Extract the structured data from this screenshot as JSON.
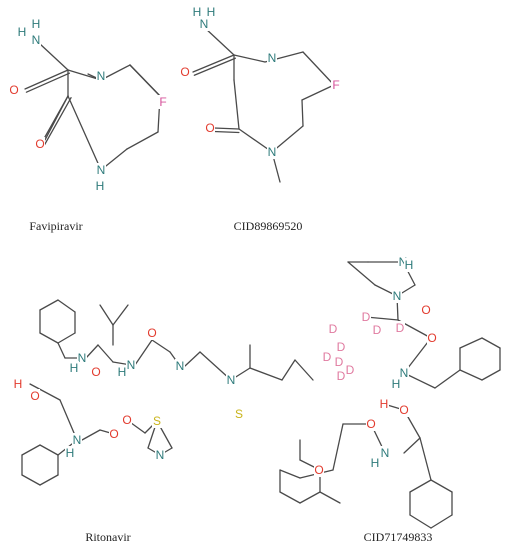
{
  "colors": {
    "bond": "#4a4a4a",
    "carbon_text": "#4a4a4a",
    "nitrogen": "#2e7b7b",
    "oxygen": "#e23b2e",
    "fluorine": "#d6529a",
    "sulfur": "#c9b41a",
    "deuterium": "#e07aa0",
    "wedge_blue": "#2a2a9a",
    "wedge_red": "#d9402a"
  },
  "figure": {
    "captions": {
      "favipiravir": "Favipiravir",
      "cid89869520": "CID89869520",
      "ritonavir": "Ritonavir",
      "cid71749833": "CID71749833"
    }
  },
  "molecules": [
    {
      "id": "favipiravir",
      "atoms": [
        {
          "id": "N_amide",
          "el": "N",
          "label": "N"
        },
        {
          "id": "H_a1",
          "el": "N",
          "label": "H"
        },
        {
          "id": "H_a2",
          "el": "N",
          "label": "H"
        },
        {
          "id": "O_amide",
          "el": "O",
          "label": "O"
        },
        {
          "id": "N4",
          "el": "N",
          "label": "N"
        },
        {
          "id": "F",
          "el": "F",
          "label": "F"
        },
        {
          "id": "O_ring",
          "el": "O",
          "label": "O"
        },
        {
          "id": "N1",
          "el": "N",
          "label": "N"
        },
        {
          "id": "H_n1",
          "el": "N",
          "label": "H"
        }
      ]
    },
    {
      "id": "cid89869520",
      "atoms": [
        {
          "id": "H_b1",
          "el": "N",
          "label": "H"
        },
        {
          "id": "H_b2",
          "el": "N",
          "label": "H"
        },
        {
          "id": "N_amide",
          "el": "N",
          "label": "N"
        },
        {
          "id": "O_amide",
          "el": "O",
          "label": "O"
        },
        {
          "id": "N4",
          "el": "N",
          "label": "N"
        },
        {
          "id": "F",
          "el": "F",
          "label": "F"
        },
        {
          "id": "O_ring",
          "el": "O",
          "label": "O"
        },
        {
          "id": "N1",
          "el": "N",
          "label": "N"
        }
      ]
    },
    {
      "id": "ritonavir",
      "atoms": [
        {
          "id": "N_val",
          "el": "N",
          "label": "N"
        },
        {
          "id": "H_val",
          "el": "N",
          "label": "H"
        },
        {
          "id": "O_val",
          "el": "O",
          "label": "O"
        },
        {
          "id": "N_urea1",
          "el": "N",
          "label": "N"
        },
        {
          "id": "H_urea1",
          "el": "N",
          "label": "H"
        },
        {
          "id": "O_urea",
          "el": "O",
          "label": "O"
        },
        {
          "id": "N_urea2",
          "el": "N",
          "label": "N"
        },
        {
          "id": "N_thz1",
          "el": "N",
          "label": "N"
        },
        {
          "id": "S_thz1",
          "el": "S",
          "label": "S"
        },
        {
          "id": "H_oh",
          "el": "O",
          "label": "H"
        },
        {
          "id": "O_oh",
          "el": "O",
          "label": "O"
        },
        {
          "id": "N_carb",
          "el": "N",
          "label": "N"
        },
        {
          "id": "H_carb",
          "el": "N",
          "label": "H"
        },
        {
          "id": "O_carb1",
          "el": "O",
          "label": "O"
        },
        {
          "id": "O_carb2",
          "el": "O",
          "label": "O"
        },
        {
          "id": "S_thz2",
          "el": "S",
          "label": "S"
        },
        {
          "id": "N_thz2",
          "el": "N",
          "label": "N"
        }
      ]
    },
    {
      "id": "cid71749833",
      "atoms": [
        {
          "id": "N_pyr1",
          "el": "N",
          "label": "N"
        },
        {
          "id": "H_pyr1",
          "el": "N",
          "label": "H"
        },
        {
          "id": "N_pyr2",
          "el": "N",
          "label": "N"
        },
        {
          "id": "O_pyr",
          "el": "O",
          "label": "O"
        },
        {
          "id": "D1",
          "el": "D",
          "label": "D"
        },
        {
          "id": "D2",
          "el": "D",
          "label": "D"
        },
        {
          "id": "D3",
          "el": "D",
          "label": "D"
        },
        {
          "id": "D4",
          "el": "D",
          "label": "D"
        },
        {
          "id": "D5",
          "el": "D",
          "label": "D"
        },
        {
          "id": "D6",
          "el": "D",
          "label": "D"
        },
        {
          "id": "D7",
          "el": "D",
          "label": "D"
        },
        {
          "id": "D8",
          "el": "D",
          "label": "D"
        },
        {
          "id": "D9",
          "el": "D",
          "label": "D"
        },
        {
          "id": "O_amide",
          "el": "O",
          "label": "O"
        },
        {
          "id": "N_amide",
          "el": "N",
          "label": "N"
        },
        {
          "id": "H_amide",
          "el": "N",
          "label": "H"
        },
        {
          "id": "H_oh",
          "el": "O",
          "label": "H"
        },
        {
          "id": "O_oh",
          "el": "O",
          "label": "O"
        },
        {
          "id": "O_acyl",
          "el": "O",
          "label": "O"
        },
        {
          "id": "N_acyl",
          "el": "N",
          "label": "N"
        },
        {
          "id": "H_acyl",
          "el": "N",
          "label": "H"
        },
        {
          "id": "O_ether",
          "el": "O",
          "label": "O"
        }
      ]
    }
  ]
}
